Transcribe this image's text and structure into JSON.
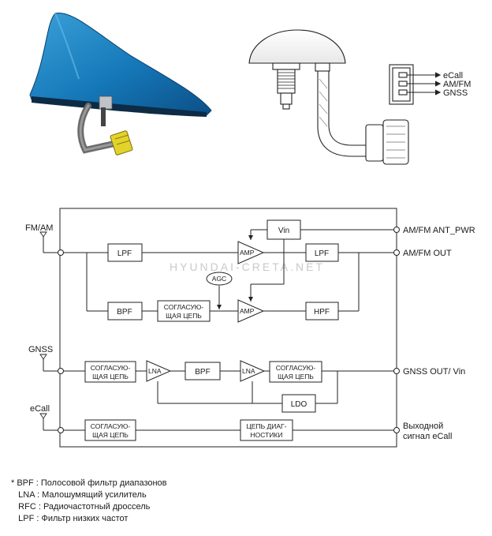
{
  "watermark": "HYUNDAI-CRETA.NET",
  "connector_labels": {
    "ecall": "eCall",
    "amfm": "AM/FM",
    "gnss": "GNSS"
  },
  "inputs": {
    "fmam": "FM/AM",
    "gnss": "GNSS",
    "ecall": "eCall"
  },
  "outputs": {
    "amfm_ant_pwr": "AM/FM ANT_PWR",
    "amfm_out": "AM/FM OUT",
    "gnss_out": "GNSS OUT/ Vin",
    "ecall_out_1": "Выходной",
    "ecall_out_2": "сигнал eCall"
  },
  "blocks": {
    "vin": "Vin",
    "lpf_left": "LPF",
    "lpf_right": "LPF",
    "amp_top": "AMP",
    "amp_bottom": "AMP",
    "agc": "AGC",
    "bpf_am": "BPF",
    "match_1": "СОГЛАСУЮ-",
    "match_2": "ЩАЯ ЦЕПЬ",
    "hpf": "HPF",
    "lna": "LNA",
    "bpf_gnss": "BPF",
    "ldo": "LDO",
    "diag_1": "ЦЕПЬ ДИАГ-",
    "diag_2": "НОСТИКИ"
  },
  "legend": [
    "* BPF : Полосовой фильтр диапазонов",
    "   LNA : Малошумящий усилитель",
    "   RFC : Радиочастотный дроссель",
    "   LPF : Фильтр низких частот"
  ]
}
